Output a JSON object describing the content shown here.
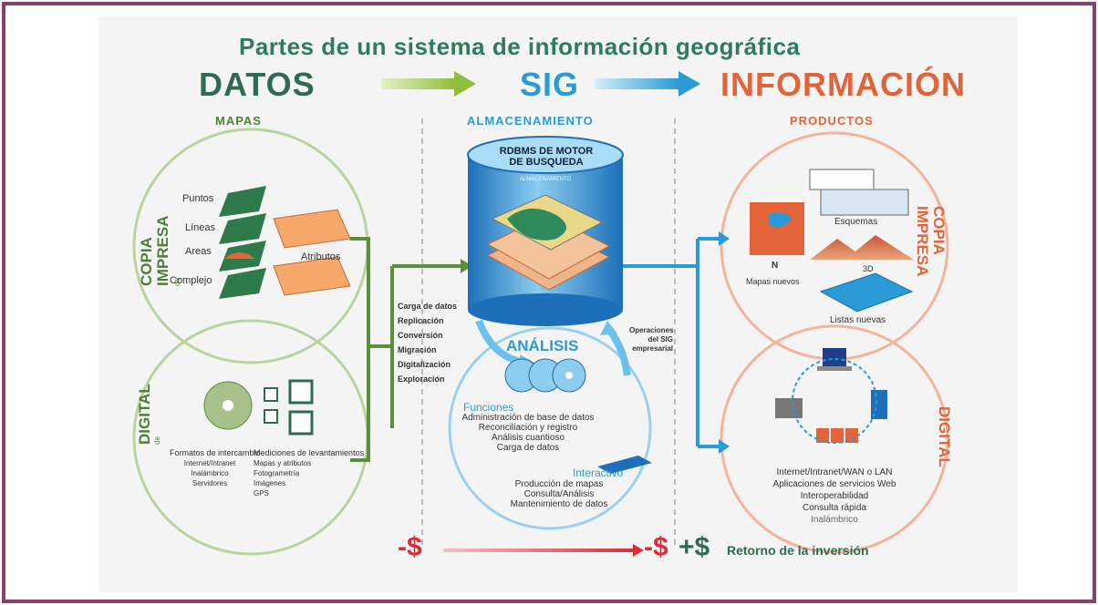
{
  "title": "Partes de un sistema de información geográfica",
  "stages": {
    "datos": "DATOS",
    "sig": "SIG",
    "informacion": "INFORMACIÓN"
  },
  "sections": {
    "mapas": "MAPAS",
    "almacenamiento": "ALMACENAMIENTO",
    "productos": "PRODUCTOS"
  },
  "left": {
    "copia_label": "COPIA",
    "impresa_label": "IMPRESA",
    "copia_de": "de",
    "map_items": [
      "Puntos",
      "Líneas",
      "Areas",
      "Complejo"
    ],
    "atributos": "Atributos",
    "digital_label": "DIGITAL",
    "digital_de": "de",
    "formatos_col1": [
      "Formatos de intercambio",
      "Internet/Intranet",
      "Inalámbrico",
      "Servidores"
    ],
    "formatos_col2": [
      "Mediciones de levantamientos",
      "Mapas y atributos",
      "Fotogrametría",
      "Imágenes",
      "GPS"
    ]
  },
  "center": {
    "db_title_line1": "RDBMS DE MOTOR",
    "db_title_line2": "DE BUSQUEDA",
    "db_sublabel": "ALMACENAMIENTO",
    "carga_items": [
      "Carga de datos",
      "Replicación",
      "Conversión",
      "Migración",
      "Digitalización",
      "Exploración"
    ],
    "operaciones": [
      "Operaciones",
      "del SIG",
      "empresarial"
    ],
    "analisis_title": "ANÁLISIS",
    "funciones_title": "Funciones",
    "funciones": [
      "Administración de base de datos",
      "Reconciliación y registro",
      "Análisis cuantioso",
      "Carga de datos"
    ],
    "interactivo_title": "Interactivo",
    "interactivo": [
      "Producción de mapas",
      "Consulta/Análisis",
      "Mantenimiento de datos"
    ]
  },
  "right": {
    "copia_label": "COPIA",
    "impresa_label": "IMPRESA",
    "esquemas": "Esquemas",
    "tres_d": "3D",
    "mapas_nuevos": "Mapas nuevos",
    "listas_nuevas": "Listas nuevas",
    "north": "N",
    "digital_label": "DIGITAL",
    "digital_items": [
      "Internet/Intranet/WAN o LAN",
      "Aplicaciones de servicios Web",
      "Interoperabilidad",
      "Consulta rápida",
      "Inalámbrico"
    ]
  },
  "bottom": {
    "minus1": "-$",
    "minus2": "-$",
    "plus": "+$",
    "retorno": "Retorno de la inversión"
  },
  "colors": {
    "border": "#8a3d6e",
    "green": "#5b8f3c",
    "blue": "#2a9bd6",
    "orange": "#e4643a",
    "red": "#d62f3a"
  }
}
